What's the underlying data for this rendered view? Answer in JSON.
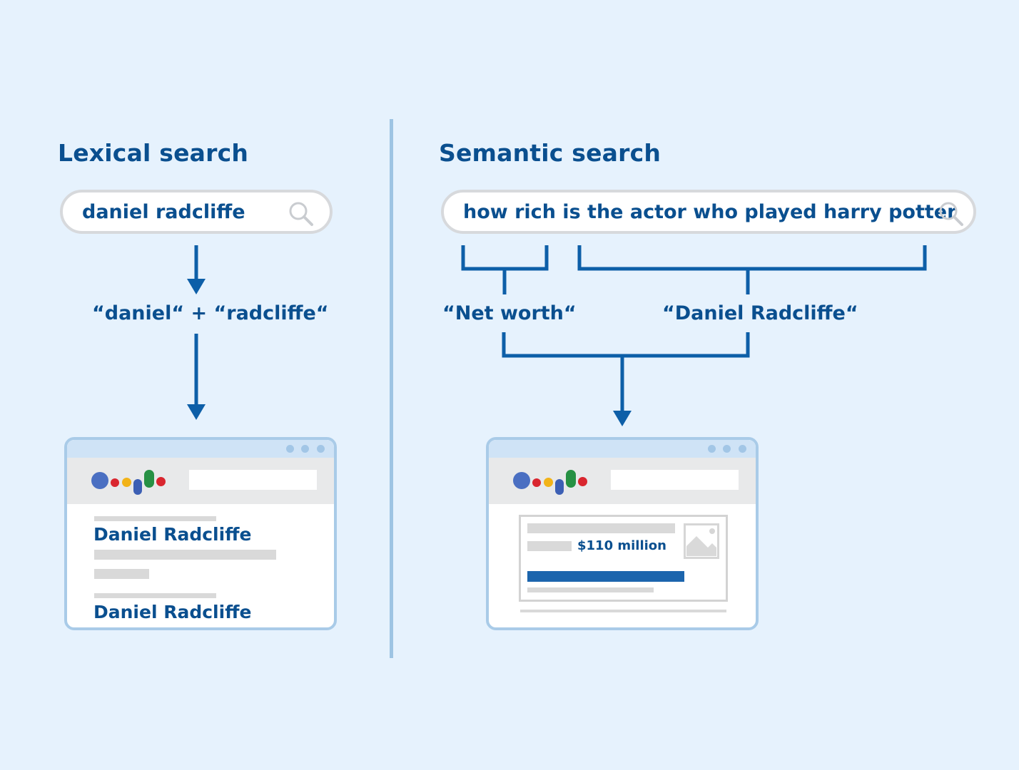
{
  "lexical": {
    "heading": "Lexical search",
    "query": "daniel radcliffe",
    "tokens": "“daniel“ + “radcliffe“",
    "results": [
      "Daniel Radcliffe",
      "Daniel Radcliffe"
    ]
  },
  "semantic": {
    "heading": "Semantic search",
    "query": "how rich is the actor who played harry potter",
    "concepts": [
      "“Net worth“",
      "“Daniel Radcliffe“"
    ],
    "answer": "$110 million"
  },
  "icons": {
    "search": "magnifier-icon",
    "logo": "google-assistant-dots-icon",
    "image": "image-placeholder-icon"
  },
  "colors": {
    "accent": "#0a4f8f",
    "lines": "#0d5fa8",
    "background": "#e6f2fd",
    "google": [
      "#4a6fc2",
      "#d9262f",
      "#f2b318",
      "#3c5fb4",
      "#279144",
      "#d9262f"
    ]
  }
}
